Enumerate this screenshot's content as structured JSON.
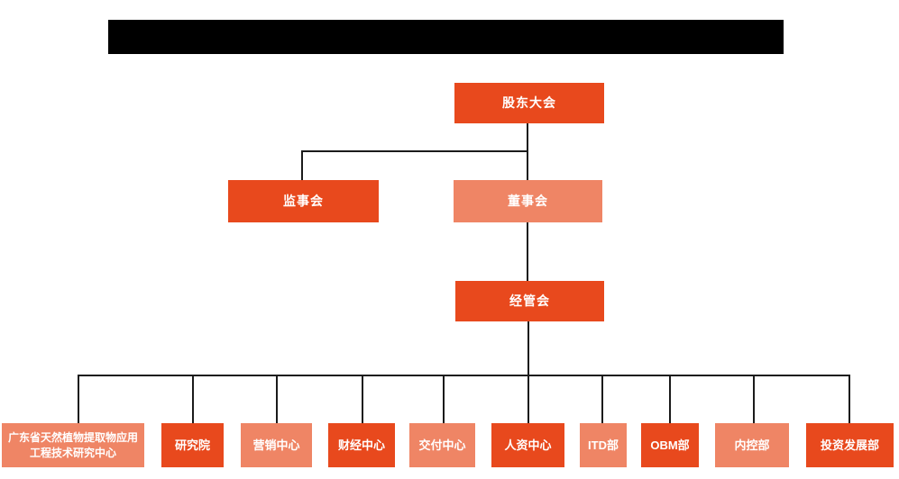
{
  "colors": {
    "primary_dark": "#e8491d",
    "primary_light": "#ef8565",
    "connector_line": "#1b1b1b",
    "redaction_bar": "#000000",
    "node_text": "#ffffff"
  },
  "org": {
    "title_bar_redacted": true,
    "nodes": {
      "shareholders": "股东大会",
      "supervisory": "监事会",
      "board": "董事会",
      "management": "经管会"
    },
    "departments": [
      {
        "label": "广东省天然植物提取物应用工程技术研究中心",
        "variant": "light"
      },
      {
        "label": "研究院",
        "variant": "dark"
      },
      {
        "label": "营销中心",
        "variant": "light"
      },
      {
        "label": "财经中心",
        "variant": "dark"
      },
      {
        "label": "交付中心",
        "variant": "light"
      },
      {
        "label": "人资中心",
        "variant": "dark"
      },
      {
        "label": "ITD部",
        "variant": "light"
      },
      {
        "label": "OBM部",
        "variant": "dark"
      },
      {
        "label": "内控部",
        "variant": "light"
      },
      {
        "label": "投资发展部",
        "variant": "dark"
      }
    ]
  }
}
